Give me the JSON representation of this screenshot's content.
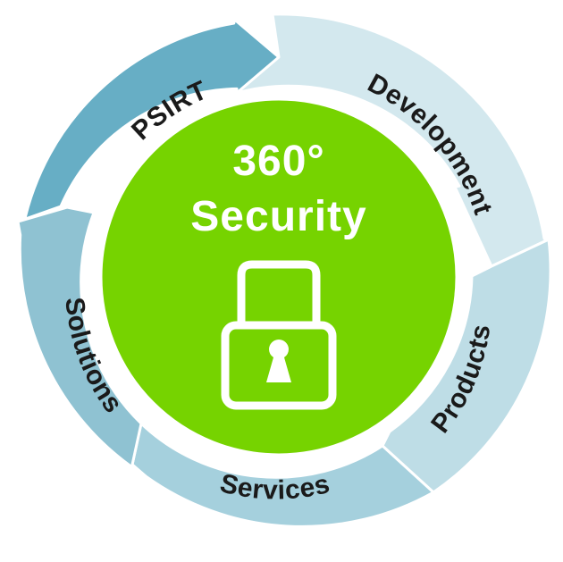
{
  "center": {
    "line1": "360°",
    "line2": "Security",
    "icon": "lock-icon"
  },
  "segments": [
    {
      "id": "psirt",
      "label": "PSIRT",
      "color": "#67aec5"
    },
    {
      "id": "development",
      "label": "Development",
      "color": "#d3e8ee"
    },
    {
      "id": "products",
      "label": "Products",
      "color": "#bedde6"
    },
    {
      "id": "services",
      "label": "Services",
      "color": "#a5d0dd"
    },
    {
      "id": "solutions",
      "label": "Solutions",
      "color": "#8fc2d2"
    }
  ],
  "colors": {
    "center": "#76d300",
    "segment_text": "#1a1a1a",
    "center_text": "#ffffff"
  }
}
